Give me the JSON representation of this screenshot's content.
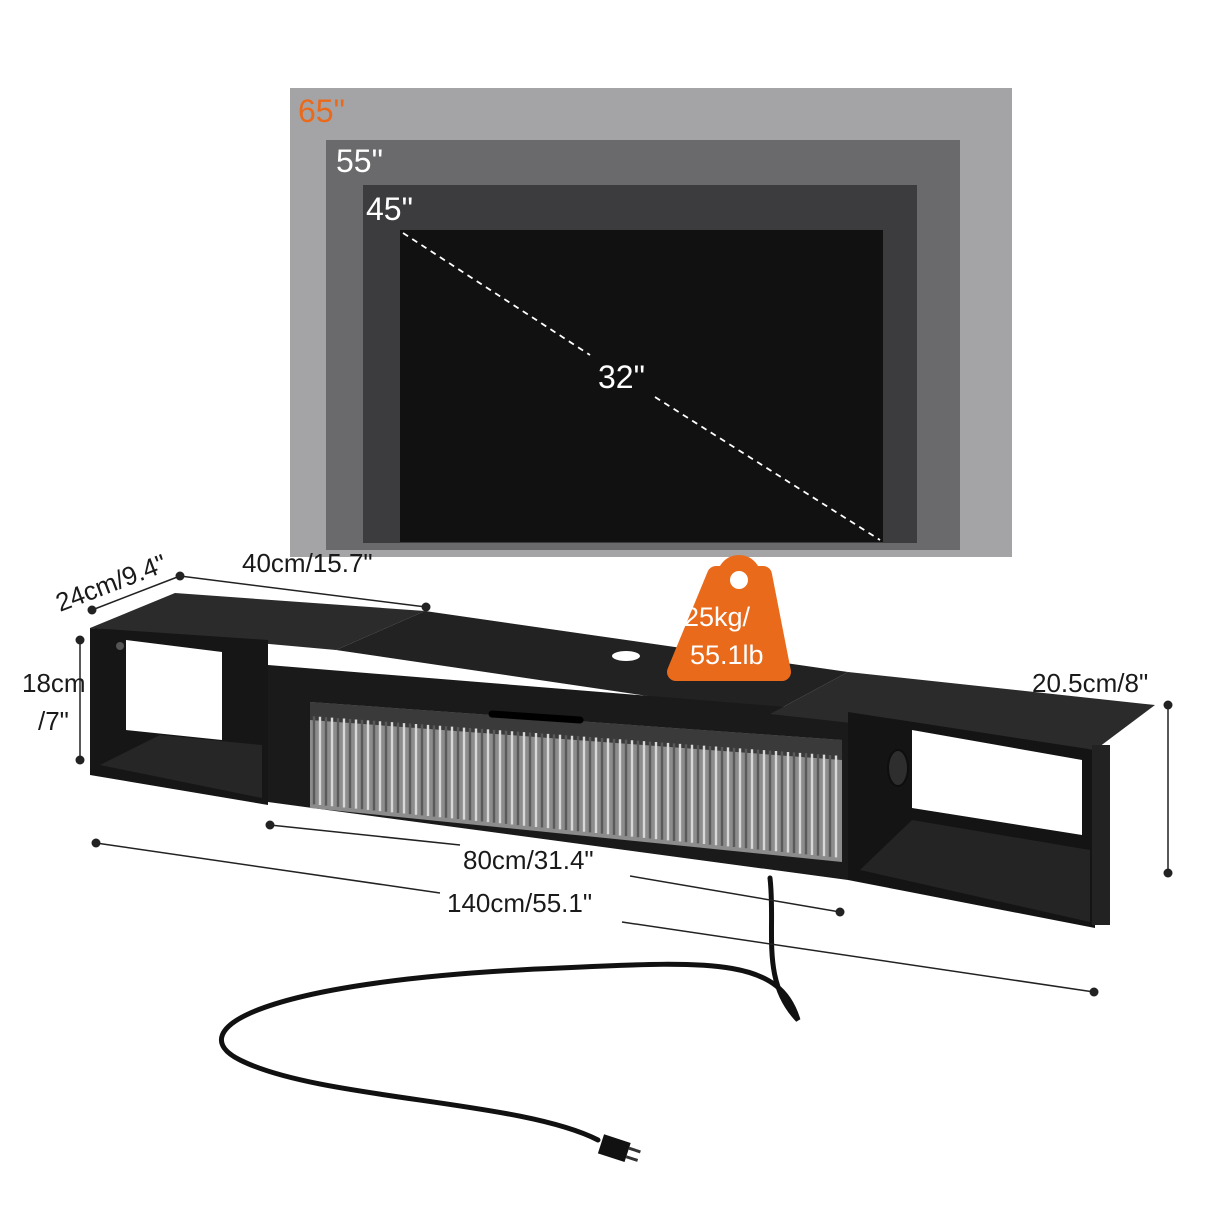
{
  "tv_sizes": {
    "size_65": "65\"",
    "size_55": "55\"",
    "size_45": "45\"",
    "size_32": "32\""
  },
  "weight_capacity": {
    "line1": "25kg/",
    "line2": "55.1lb"
  },
  "dimensions": {
    "depth": "24cm/9.4\"",
    "shelf_width": "40cm/15.7\"",
    "side_height_line1": "18cm",
    "side_height_line2": "/7\"",
    "total_height": "20.5cm/8\"",
    "center_width": "80cm/31.4\"",
    "total_width": "140cm/55.1\""
  },
  "colors": {
    "accent": "#ea6a1c",
    "tv_65": "#a4a4a6",
    "tv_55": "#6a6a6c",
    "tv_45": "#3c3c3e",
    "tv_32": "#111111",
    "console": "#1c1c1c"
  }
}
